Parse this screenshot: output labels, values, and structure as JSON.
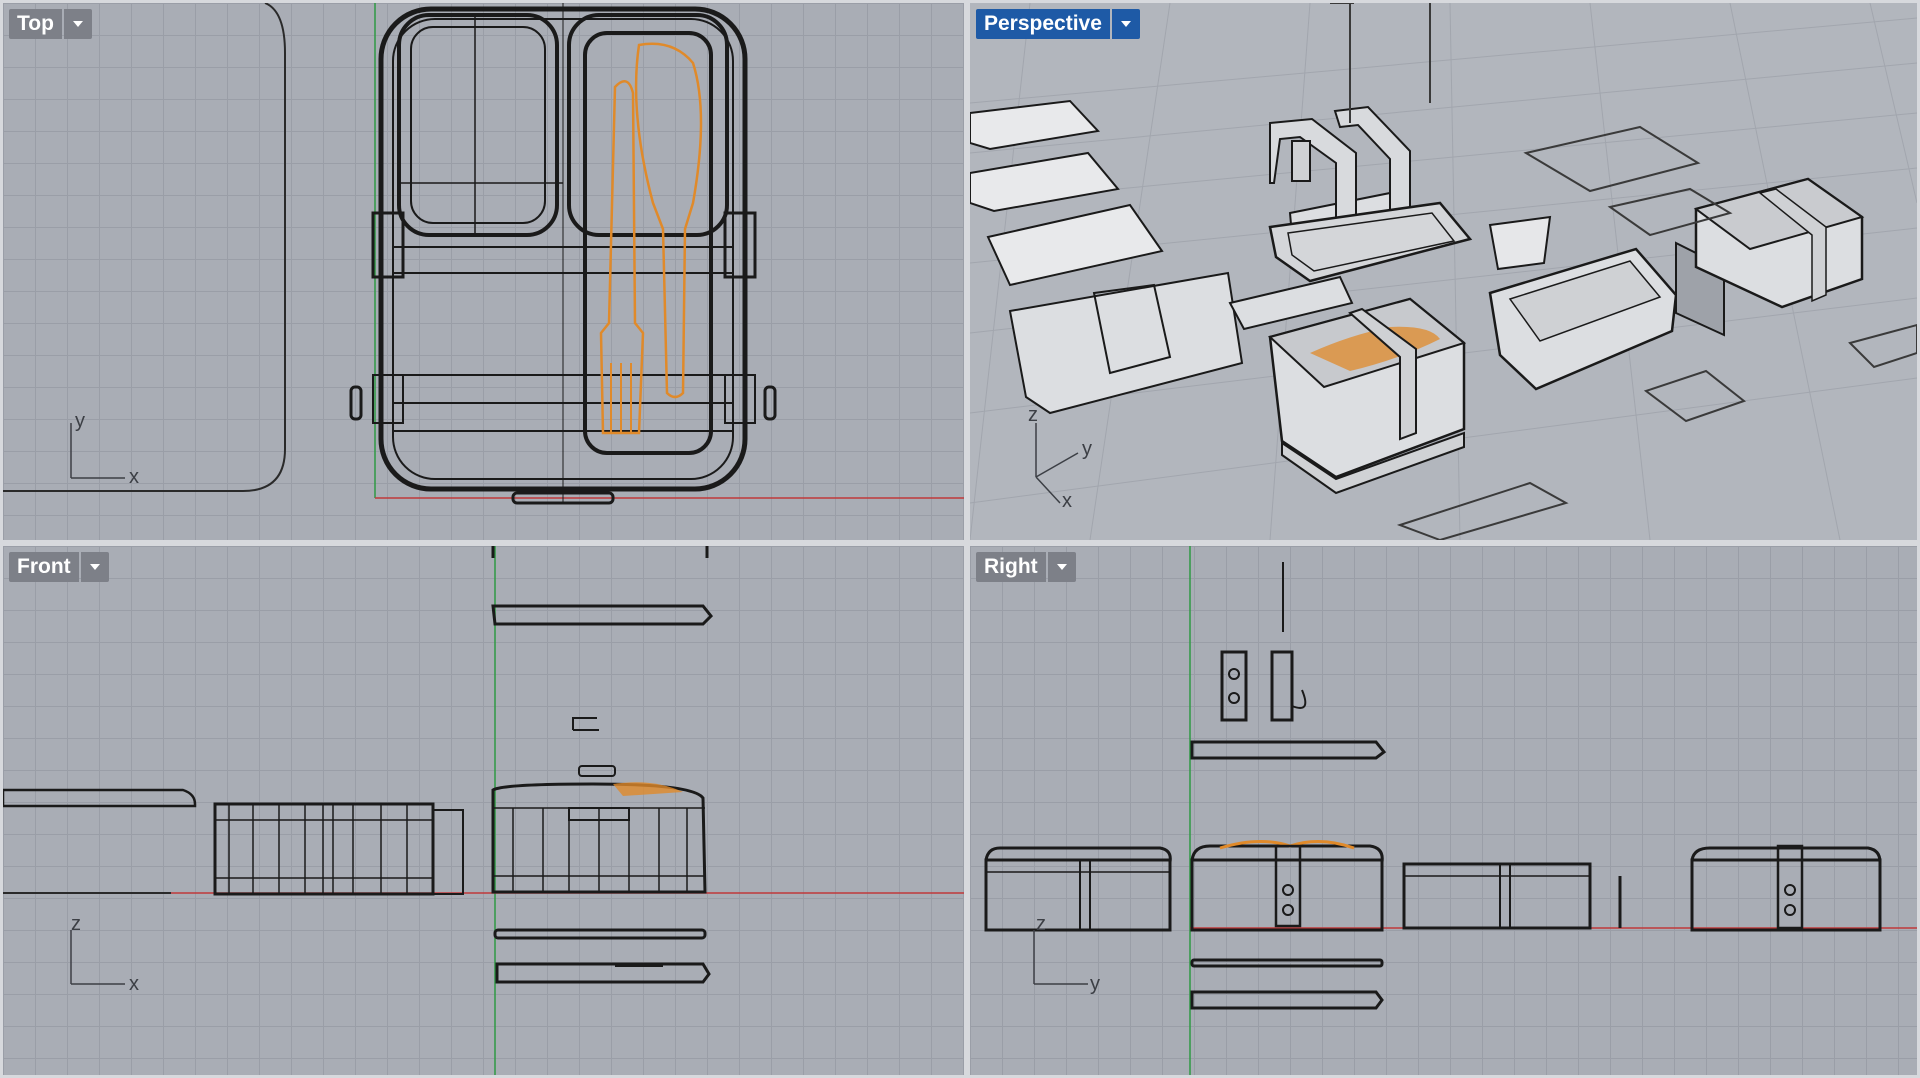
{
  "viewports": {
    "top": {
      "label": "Top",
      "axis_a": "y",
      "axis_b": "x"
    },
    "perspective": {
      "label": "Perspective",
      "axis_a": "z",
      "axis_b": "y",
      "axis_c": "x"
    },
    "front": {
      "label": "Front",
      "axis_a": "z",
      "axis_b": "x"
    },
    "right": {
      "label": "Right",
      "axis_a": "z",
      "axis_b": "y"
    }
  },
  "colors": {
    "viewport_bg": "#a9adb5",
    "grid": "#9a9ea7",
    "active_label": "#1e5aa6",
    "inactive_label": "#7d8088",
    "wire": "#1a1a1a",
    "highlight": "#e08a2a",
    "axis_x": "#c0393b",
    "axis_y": "#2f9a44"
  },
  "icons": {
    "dropdown": "chevron-down-icon",
    "axis": "axis-gizmo-icon"
  }
}
